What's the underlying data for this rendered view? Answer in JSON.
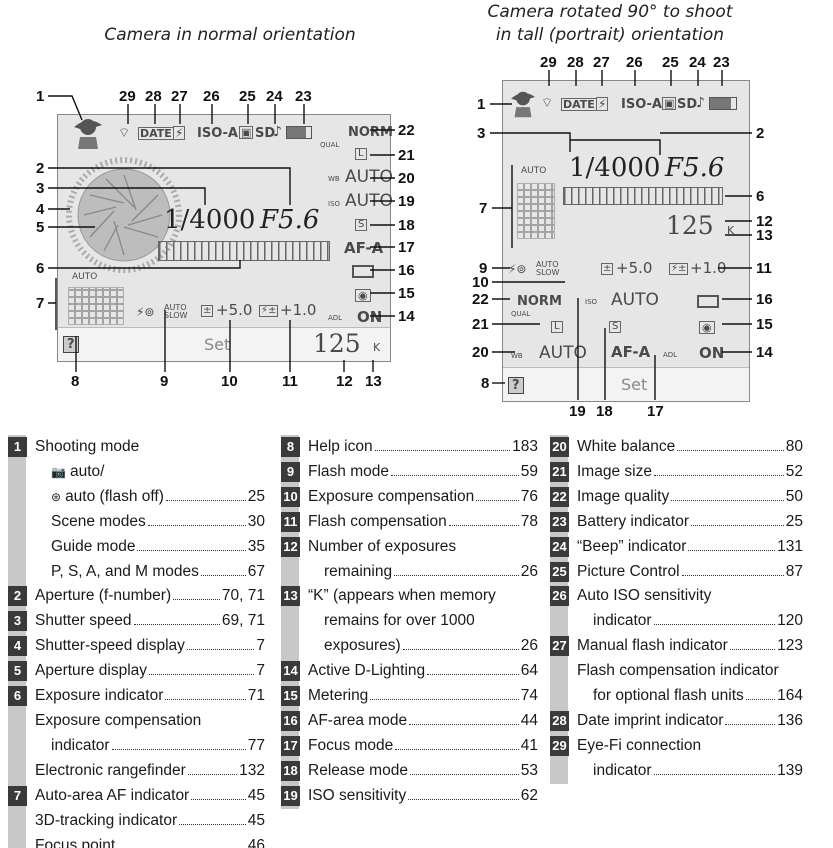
{
  "captions": {
    "normal": "Camera in normal orientation",
    "portrait_line1": "Camera rotated 90° to shoot",
    "portrait_line2": "in tall (portrait) orientation"
  },
  "display": {
    "shutter": "1/4000",
    "aperture": "F5.6",
    "quality": "NORM",
    "qual_small": "QUAL",
    "wb": "AUTO",
    "wb_small": "WB",
    "iso": "AUTO",
    "iso_small": "ISO",
    "af_mode": "AF-A",
    "exposures": "125",
    "k": "K",
    "flash": "AUTO SLOW",
    "exp_comp": "+5.0",
    "flash_comp": "+1.0",
    "adl": "ADL",
    "adl_val": "ON",
    "set": "Set",
    "help": "?",
    "auto_small": "AUTO",
    "date": "DATE",
    "iso_a": "ISO-A",
    "sd": "SD"
  },
  "callouts_left": [
    "1",
    "29",
    "28",
    "27",
    "26",
    "25",
    "24",
    "23",
    "22",
    "21",
    "20",
    "19",
    "18",
    "17",
    "16",
    "15",
    "14",
    "2",
    "3",
    "4",
    "5",
    "6",
    "7",
    "8",
    "9",
    "10",
    "11",
    "12",
    "13"
  ],
  "callouts_right": [
    "29",
    "28",
    "27",
    "26",
    "25",
    "24",
    "23",
    "1",
    "2",
    "3",
    "7",
    "6",
    "12",
    "13",
    "9",
    "11",
    "10",
    "22",
    "16",
    "21",
    "15",
    "20",
    "14",
    "8",
    "19",
    "18",
    "17"
  ],
  "legend": {
    "col1": [
      {
        "n": "1",
        "lines": [
          {
            "t": "Shooting mode",
            "p": ""
          },
          {
            "t": "auto/",
            "p": "",
            "icon": "camera-auto-icon",
            "indent": true
          },
          {
            "t": "auto (flash off)",
            "p": "25",
            "icon": "flash-off-icon",
            "indent": true
          },
          {
            "t": "Scene modes",
            "p": "30",
            "indent": true
          },
          {
            "t": "Guide mode",
            "p": "35",
            "indent": true
          },
          {
            "t": "P, S, A, and M modes",
            "p": "67",
            "indent": true
          }
        ]
      },
      {
        "n": "2",
        "lines": [
          {
            "t": "Aperture (f-number)",
            "p": "70, 71"
          }
        ]
      },
      {
        "n": "3",
        "lines": [
          {
            "t": "Shutter speed",
            "p": "69, 71"
          }
        ]
      },
      {
        "n": "4",
        "lines": [
          {
            "t": "Shutter-speed display",
            "p": "7"
          }
        ]
      },
      {
        "n": "5",
        "lines": [
          {
            "t": "Aperture display",
            "p": "7"
          }
        ]
      },
      {
        "n": "6",
        "lines": [
          {
            "t": "Exposure indicator",
            "p": "71"
          },
          {
            "t": "Exposure compensation",
            "p": ""
          },
          {
            "t": "indicator",
            "p": "77",
            "indent": true
          },
          {
            "t": "Electronic rangefinder",
            "p": "132"
          }
        ]
      },
      {
        "n": "7",
        "lines": [
          {
            "t": "Auto-area AF indicator",
            "p": "45"
          },
          {
            "t": "3D-tracking indicator",
            "p": "45"
          },
          {
            "t": "Focus point",
            "p": "46"
          }
        ]
      }
    ],
    "col2": [
      {
        "n": "8",
        "lines": [
          {
            "t": "Help icon",
            "p": "183"
          }
        ]
      },
      {
        "n": "9",
        "lines": [
          {
            "t": "Flash mode",
            "p": "59"
          }
        ]
      },
      {
        "n": "10",
        "lines": [
          {
            "t": "Exposure compensation",
            "p": "76"
          }
        ]
      },
      {
        "n": "11",
        "lines": [
          {
            "t": "Flash compensation",
            "p": "78"
          }
        ]
      },
      {
        "n": "12",
        "lines": [
          {
            "t": "Number of exposures",
            "p": ""
          },
          {
            "t": "remaining",
            "p": "26",
            "indent": true
          }
        ]
      },
      {
        "n": "13",
        "lines": [
          {
            "t": "“K” (appears when memory",
            "p": ""
          },
          {
            "t": "remains for over 1000",
            "p": "",
            "indent": true
          },
          {
            "t": "exposures)",
            "p": "26",
            "indent": true
          }
        ]
      },
      {
        "n": "14",
        "lines": [
          {
            "t": "Active D-Lighting",
            "p": "64"
          }
        ]
      },
      {
        "n": "15",
        "lines": [
          {
            "t": "Metering",
            "p": "74"
          }
        ]
      },
      {
        "n": "16",
        "lines": [
          {
            "t": "AF-area mode",
            "p": "44"
          }
        ]
      },
      {
        "n": "17",
        "lines": [
          {
            "t": "Focus mode",
            "p": "41"
          }
        ]
      },
      {
        "n": "18",
        "lines": [
          {
            "t": "Release mode",
            "p": "53"
          }
        ]
      },
      {
        "n": "19",
        "lines": [
          {
            "t": "ISO sensitivity",
            "p": "62"
          }
        ]
      }
    ],
    "col3": [
      {
        "n": "20",
        "lines": [
          {
            "t": "White balance",
            "p": "80"
          }
        ]
      },
      {
        "n": "21",
        "lines": [
          {
            "t": "Image size",
            "p": "52"
          }
        ]
      },
      {
        "n": "22",
        "lines": [
          {
            "t": "Image quality",
            "p": "50"
          }
        ]
      },
      {
        "n": "23",
        "lines": [
          {
            "t": "Battery indicator",
            "p": "25"
          }
        ]
      },
      {
        "n": "24",
        "lines": [
          {
            "t": "“Beep” indicator",
            "p": "131"
          }
        ]
      },
      {
        "n": "25",
        "lines": [
          {
            "t": "Picture Control",
            "p": "87"
          }
        ]
      },
      {
        "n": "26",
        "lines": [
          {
            "t": "Auto ISO sensitivity",
            "p": ""
          },
          {
            "t": "indicator",
            "p": "120",
            "indent": true
          }
        ]
      },
      {
        "n": "27",
        "lines": [
          {
            "t": "Manual flash indicator",
            "p": "123"
          },
          {
            "t": "Flash compensation indicator",
            "p": ""
          },
          {
            "t": "for optional flash units",
            "p": "164",
            "indent": true
          }
        ]
      },
      {
        "n": "28",
        "lines": [
          {
            "t": "Date imprint indicator",
            "p": "136"
          }
        ]
      },
      {
        "n": "29",
        "lines": [
          {
            "t": "Eye-Fi connection",
            "p": ""
          },
          {
            "t": "indicator",
            "p": "139",
            "indent": true
          }
        ]
      }
    ]
  }
}
